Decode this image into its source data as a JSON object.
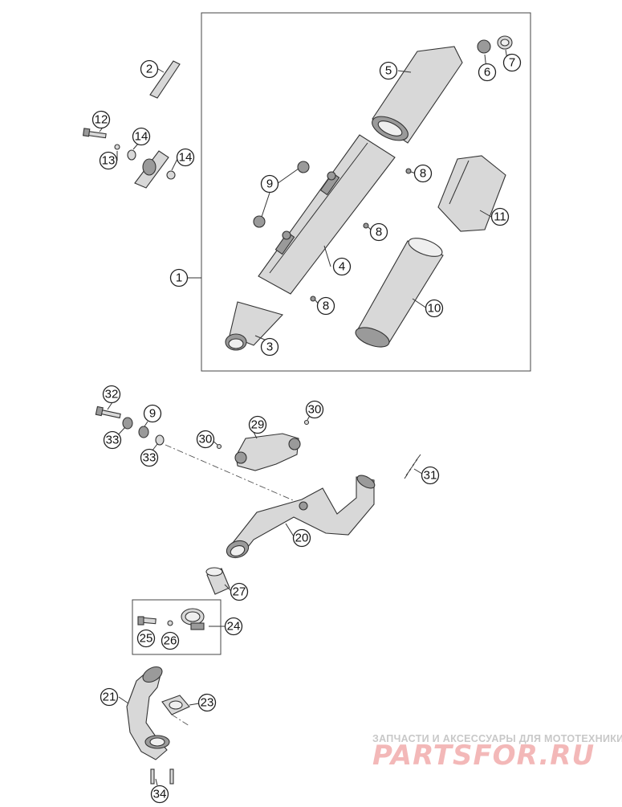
{
  "callouts": [
    {
      "id": "c1",
      "label": "1"
    },
    {
      "id": "c2",
      "label": "2"
    },
    {
      "id": "c3",
      "label": "3"
    },
    {
      "id": "c4",
      "label": "4"
    },
    {
      "id": "c5",
      "label": "5"
    },
    {
      "id": "c6",
      "label": "6"
    },
    {
      "id": "c7",
      "label": "7"
    },
    {
      "id": "c8a",
      "label": "8"
    },
    {
      "id": "c8b",
      "label": "8"
    },
    {
      "id": "c8c",
      "label": "8"
    },
    {
      "id": "c9a",
      "label": "9"
    },
    {
      "id": "c9b",
      "label": "9"
    },
    {
      "id": "c10",
      "label": "10"
    },
    {
      "id": "c11",
      "label": "11"
    },
    {
      "id": "c12",
      "label": "12"
    },
    {
      "id": "c13",
      "label": "13"
    },
    {
      "id": "c14a",
      "label": "14"
    },
    {
      "id": "c14b",
      "label": "14"
    },
    {
      "id": "c20",
      "label": "20"
    },
    {
      "id": "c21",
      "label": "21"
    },
    {
      "id": "c23",
      "label": "23"
    },
    {
      "id": "c24",
      "label": "24"
    },
    {
      "id": "c25",
      "label": "25"
    },
    {
      "id": "c26",
      "label": "26"
    },
    {
      "id": "c27",
      "label": "27"
    },
    {
      "id": "c29",
      "label": "29"
    },
    {
      "id": "c30a",
      "label": "30"
    },
    {
      "id": "c30b",
      "label": "30"
    },
    {
      "id": "c31",
      "label": "31"
    },
    {
      "id": "c32",
      "label": "32"
    },
    {
      "id": "c33a",
      "label": "33"
    },
    {
      "id": "c33b",
      "label": "33"
    },
    {
      "id": "c34",
      "label": "34"
    }
  ],
  "watermark": {
    "tagline": "ЗАПЧАСТИ И АКСЕССУАРЫ ДЛЯ МОТОТЕХНИКИ",
    "logo": "PARTSFOR.RU"
  }
}
